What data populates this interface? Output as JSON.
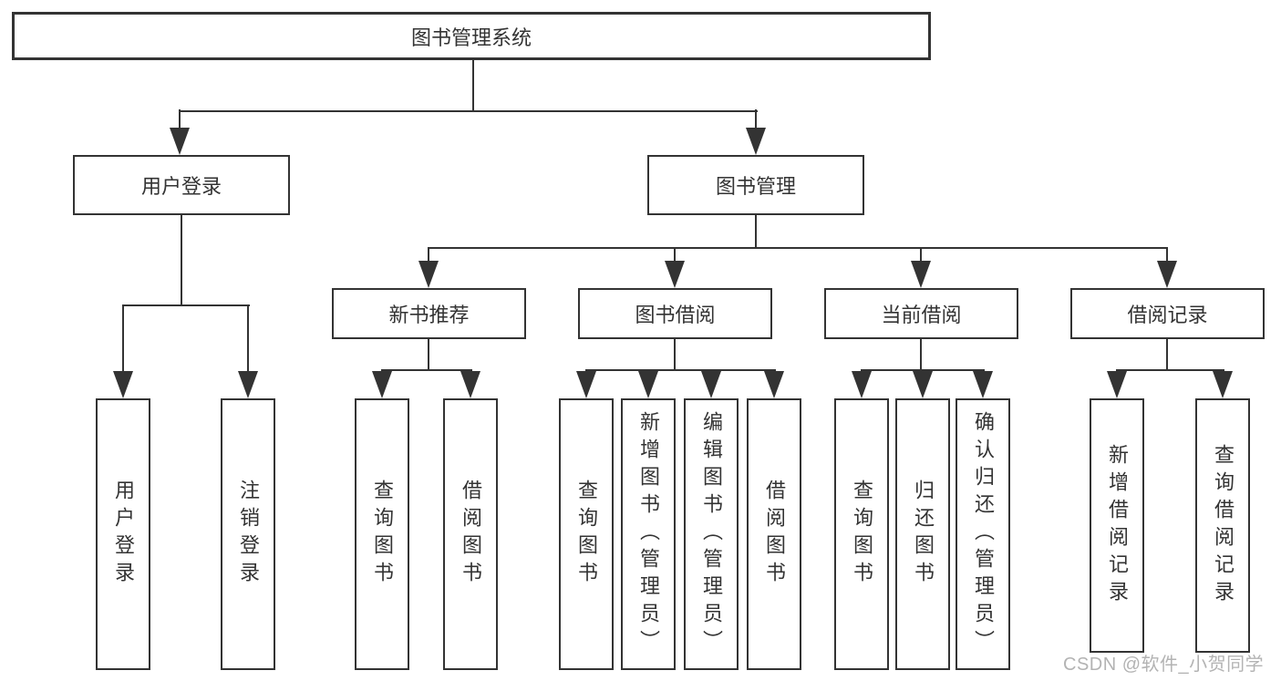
{
  "diagram": {
    "root": {
      "label": "图书管理系统"
    },
    "level1": [
      {
        "label": "用户登录"
      },
      {
        "label": "图书管理"
      }
    ],
    "level2": [
      {
        "label": "新书推荐"
      },
      {
        "label": "图书借阅"
      },
      {
        "label": "当前借阅"
      },
      {
        "label": "借阅记录"
      }
    ],
    "leaves": [
      {
        "label": "用户登录"
      },
      {
        "label": "注销登录"
      },
      {
        "label": "查询图书"
      },
      {
        "label": "借阅图书"
      },
      {
        "label": "查询图书"
      },
      {
        "label": "新增图书（管理员）"
      },
      {
        "label": "编辑图书（管理员）"
      },
      {
        "label": "借阅图书"
      },
      {
        "label": "查询图书"
      },
      {
        "label": "归还图书"
      },
      {
        "label": "确认归还（管理员）"
      },
      {
        "label": "新增借阅记录"
      },
      {
        "label": "查询借阅记录"
      }
    ]
  },
  "watermark": {
    "text": "CSDN @软件_小贺同学"
  },
  "colors": {
    "line": "#333333",
    "text": "#333333",
    "watermark": "#b3b3b3",
    "background": "#ffffff"
  }
}
